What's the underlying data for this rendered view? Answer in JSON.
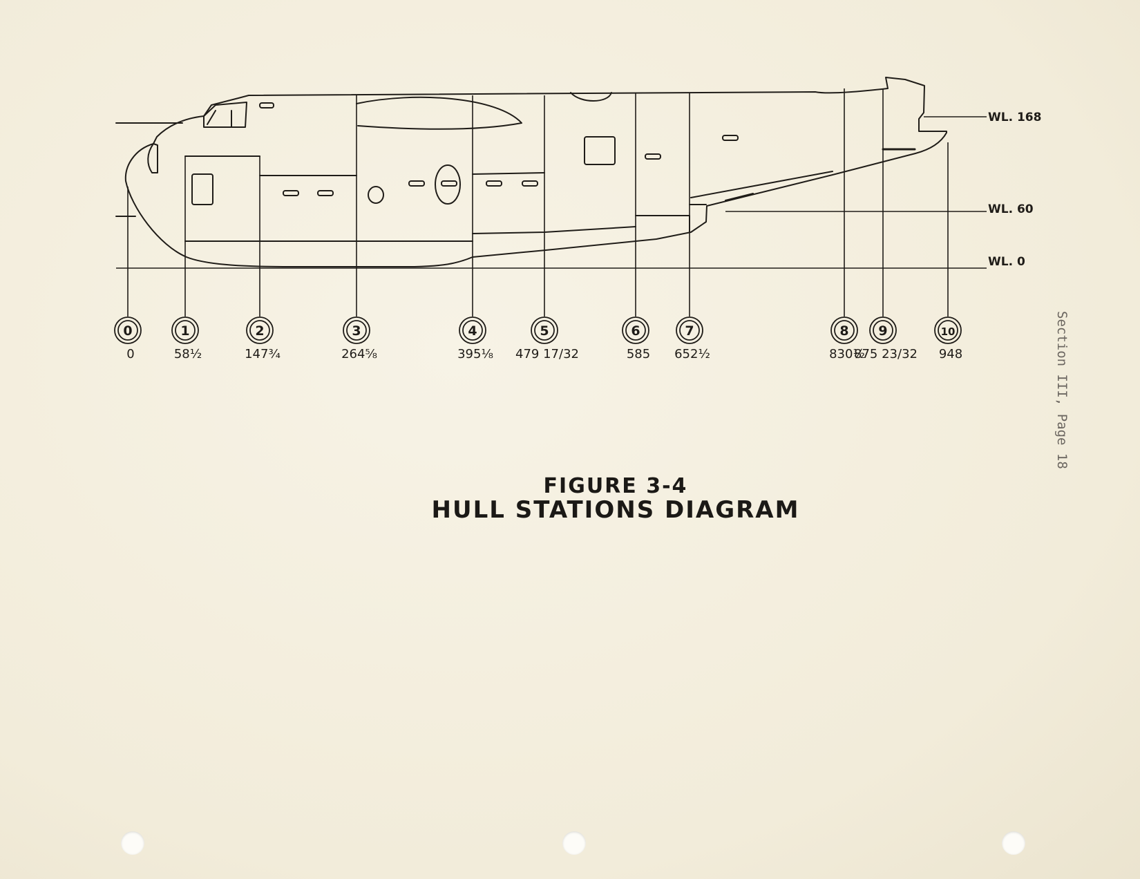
{
  "figure": {
    "number": "FIGURE 3-4",
    "title": "HULL STATIONS DIAGRAM"
  },
  "side_label": "Section III, Page 18",
  "waterlines": [
    {
      "label": "WL. 168"
    },
    {
      "label": "WL. 60"
    },
    {
      "label": "WL. 0"
    }
  ],
  "stations": [
    {
      "id": "0",
      "value": "0"
    },
    {
      "id": "1",
      "value": "58½"
    },
    {
      "id": "2",
      "value": "147¾"
    },
    {
      "id": "3",
      "value": "264⅝"
    },
    {
      "id": "4",
      "value": "395⅛"
    },
    {
      "id": "5",
      "value": "479 17/32"
    },
    {
      "id": "6",
      "value": "585"
    },
    {
      "id": "7",
      "value": "652½"
    },
    {
      "id": "8",
      "value": "830½"
    },
    {
      "id": "9",
      "value": "875 23/32"
    },
    {
      "id": "10",
      "value": "948"
    }
  ],
  "colors": {
    "paper": "#f4efdf",
    "ink": "#1f1c18"
  }
}
